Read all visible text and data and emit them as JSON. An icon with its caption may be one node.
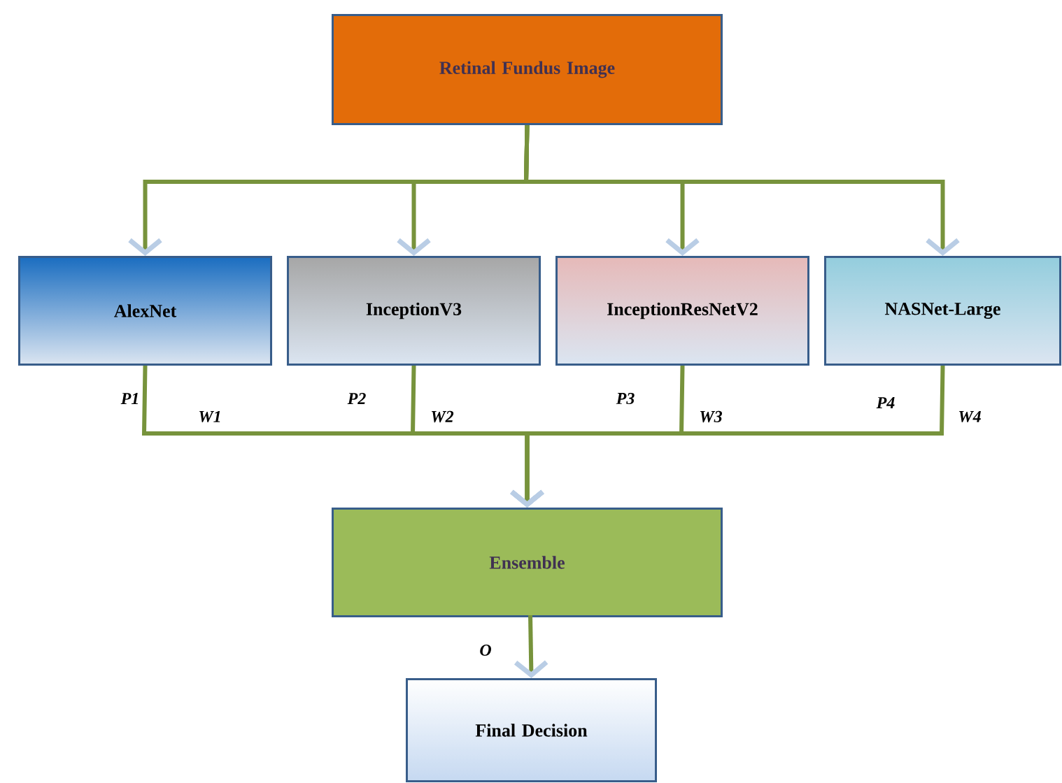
{
  "diagram": {
    "nodes": [
      {
        "text": [
          "Retinal Fundus Image"
        ]
      },
      {
        "text": [
          "AlexNet"
        ]
      },
      {
        "text": [
          "InceptionV3"
        ]
      },
      {
        "text": [
          "InceptionResNetV2"
        ]
      },
      {
        "text": [
          "NASNet-Large"
        ]
      },
      {
        "text": [
          "Ensemble"
        ]
      },
      {
        "text": [
          "Final Decision"
        ]
      }
    ],
    "edges": [
      {
        "from": 0,
        "to": 1,
        "arrow": "to"
      },
      {
        "from": 0,
        "to": 2,
        "arrow": "to"
      },
      {
        "from": 0,
        "to": 3,
        "arrow": "to"
      },
      {
        "from": 0,
        "to": 4,
        "arrow": "to"
      },
      {
        "from": 1,
        "to": 5,
        "arrow": "to",
        "label": "P1"
      },
      {
        "from": 2,
        "to": 5,
        "arrow": "to",
        "label": "P2"
      },
      {
        "from": 3,
        "to": 5,
        "arrow": "to",
        "label": "P3"
      },
      {
        "from": 4,
        "to": 5,
        "arrow": "to",
        "label": "P4"
      },
      {
        "from": 5,
        "to": 6,
        "arrow": "to",
        "label": "O"
      }
    ],
    "labels": [
      "W1",
      "W2",
      "W3",
      "W4"
    ]
  }
}
